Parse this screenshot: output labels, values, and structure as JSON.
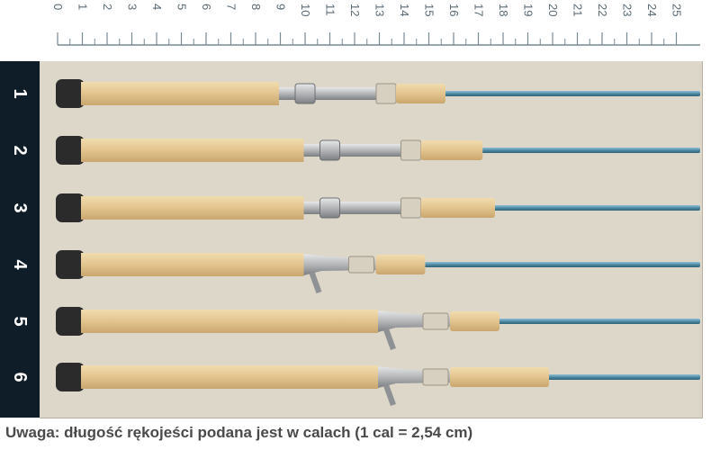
{
  "ruler": {
    "ticks": [
      "0",
      "1",
      "2",
      "3",
      "4",
      "5",
      "6",
      "7",
      "8",
      "9",
      "10",
      "11",
      "12",
      "13",
      "14",
      "15",
      "16",
      "17",
      "18",
      "19",
      "20",
      "21",
      "22",
      "23",
      "24",
      "25"
    ],
    "label_color": "#5a6a74"
  },
  "rods": [
    {
      "number": "1",
      "reel_seat": "spinning",
      "rear_grip_in": 8,
      "fore_grip_in": 2
    },
    {
      "number": "2",
      "reel_seat": "spinning",
      "rear_grip_in": 9,
      "fore_grip_in": 2.5
    },
    {
      "number": "3",
      "reel_seat": "spinning",
      "rear_grip_in": 9,
      "fore_grip_in": 3
    },
    {
      "number": "4",
      "reel_seat": "casting",
      "rear_grip_in": 9,
      "fore_grip_in": 2
    },
    {
      "number": "5",
      "reel_seat": "casting",
      "rear_grip_in": 12,
      "fore_grip_in": 2
    },
    {
      "number": "6",
      "reel_seat": "casting",
      "rear_grip_in": 12,
      "fore_grip_in": 4
    }
  ],
  "colors": {
    "panel": "#ddd7c9",
    "strip": "#0e1d27",
    "cork": "#e3c48e",
    "blank": "#4a86a0",
    "metal": "#b4b6b8",
    "butt_cap": "#2b2b2b"
  },
  "note": "Uwaga: długość rękojeści podana jest w calach (1 cal = 2,54 cm)"
}
